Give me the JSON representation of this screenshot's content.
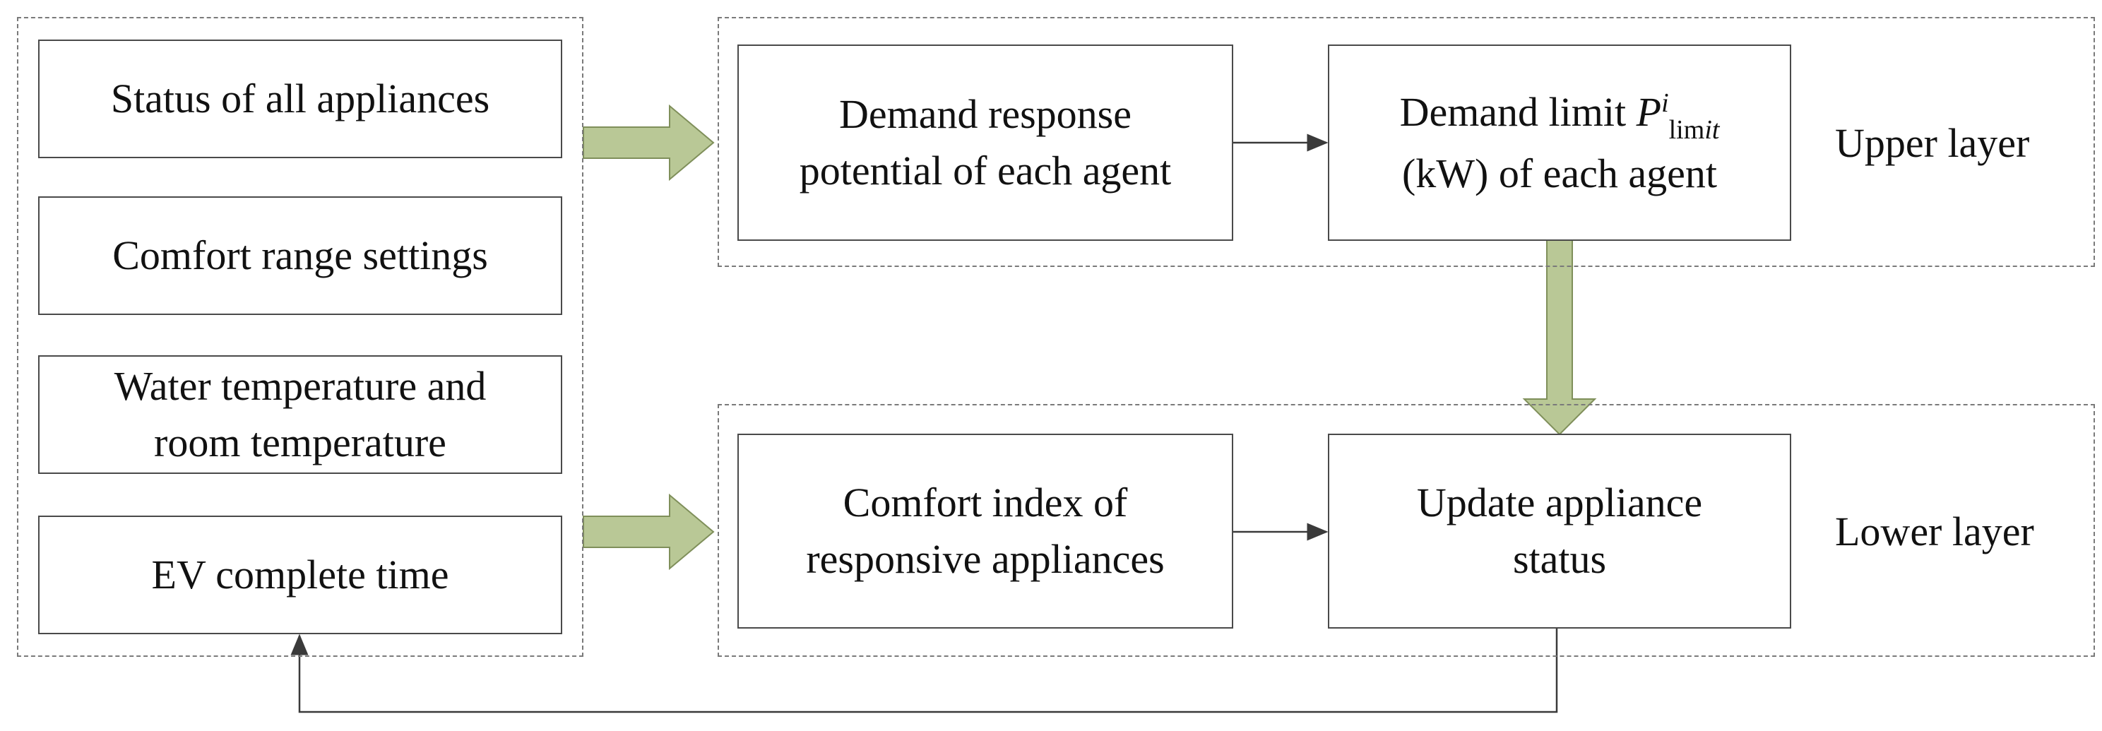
{
  "inputs": {
    "status": "Status of all appliances",
    "comfort_range": "Comfort range settings",
    "temperature_line1": "Water temperature and",
    "temperature_line2": "room temperature",
    "ev_time": "EV complete time"
  },
  "upper": {
    "dr_line1": "Demand response",
    "dr_line2": "potential of each agent",
    "limit_prefix": "Demand limit",
    "limit_symbol": "P",
    "limit_sup": "i",
    "limit_sub_roman": "lim",
    "limit_sub_italic": "it",
    "limit_line2": "(kW) of each agent",
    "label": "Upper layer"
  },
  "lower": {
    "comfort_line1": "Comfort index of",
    "comfort_line2": "responsive appliances",
    "update_line1": "Update appliance",
    "update_line2": "status",
    "label": "Lower layer"
  },
  "colors": {
    "block_arrow_fill": "#b9c896",
    "block_arrow_stroke": "#7f8f5a",
    "line_arrow": "#3a3a3a",
    "box_border": "#4a4a4a",
    "dashed_border": "#7a7a7a"
  }
}
